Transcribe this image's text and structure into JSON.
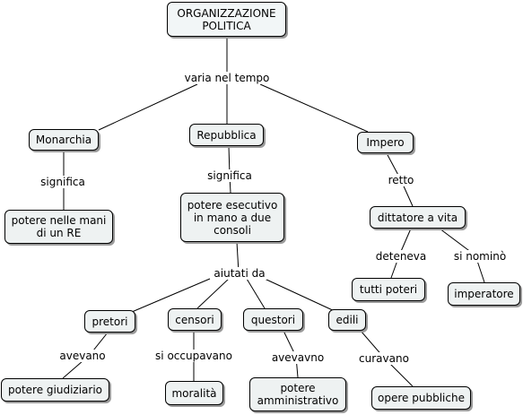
{
  "nodes": {
    "root": "ORGANIZZAZIONE POLITICA",
    "monarchia": "Monarchia",
    "repubblica": "Repubblica",
    "impero": "Impero",
    "potere_re": "potere nelle mani di un RE",
    "potere_consoli": "potere esecutivo in mano a due consoli",
    "dittatore": "dittatore a vita",
    "tutti_poteri": "tutti poteri",
    "imperatore": "imperatore",
    "pretori": "pretori",
    "censori": "censori",
    "questori": "questori",
    "edili": "edili",
    "potere_giudiziario": "potere giudiziario",
    "moralita": "moralità",
    "potere_amministrativo": "potere amministrativo",
    "opere_pubbliche": "opere pubbliche"
  },
  "links": {
    "varia": "varia nel tempo",
    "significa_1": "significa",
    "significa_2": "significa",
    "retto": "retto",
    "deteneva": "deteneva",
    "si_nomino": "si nominò",
    "aiutati": "aiutati da",
    "avevano": "avevano",
    "si_occupavano": "si occupavano",
    "avevavno": "avevavno",
    "curavano": "curavano"
  },
  "colors": {
    "node_fill": "#eef2f2",
    "node_border": "#000000",
    "shadow": "#9a9a9a",
    "line": "#000000"
  }
}
